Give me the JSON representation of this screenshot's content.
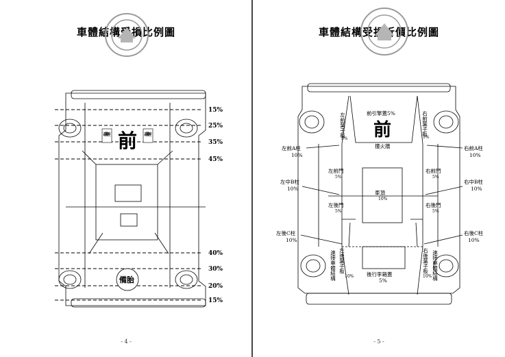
{
  "left_page": {
    "title": "車體結構受損比例圖",
    "page_number": "- 4 -",
    "front_label": "前",
    "spare_tire_label": "備胎",
    "front_engine_parts": [
      "避震器座",
      "避震器座"
    ],
    "lines": [
      "15%",
      "25%",
      "35%",
      "45%",
      "40%",
      "30%",
      "20%",
      "15%"
    ]
  },
  "right_page": {
    "title": "車體結構受損折價比例圖",
    "page_number": "- 5 -",
    "front_label": "前",
    "labels": {
      "front_cover": "前引擎蓋5%",
      "left_fender": "左前葉子板",
      "left_fender_pct": "5%",
      "right_fender": "右前葉子板",
      "right_fender_pct": "5%",
      "firewall": "撞火牆",
      "a_pillar_left": "左前A柱",
      "a_pillar_left_pct": "10%",
      "a_pillar_right": "右前A柱",
      "a_pillar_right_pct": "10%",
      "left_front_door": "左前門",
      "left_front_door_pct": "5%",
      "right_front_door": "右前門",
      "right_front_door_pct": "5%",
      "roof": "車頂",
      "roof_pct": "10%",
      "b_pillar_left": "左中B柱",
      "b_pillar_left_pct": "10%",
      "b_pillar_right": "右中B柱",
      "b_pillar_right_pct": "10%",
      "left_rear_door": "左後門",
      "left_rear_door_pct": "5%",
      "right_rear_door": "右後門",
      "right_rear_door_pct": "5%",
      "c_pillar_left": "左後C柱",
      "c_pillar_left_pct": "10%",
      "c_pillar_right": "右後C柱",
      "c_pillar_right_pct": "10%",
      "left_rear_fender": "左後葉子板",
      "left_rear_fender_pct": "10%",
      "right_rear_fender": "右後葉子板",
      "right_rear_fender_pct": "10%",
      "left_rear_join": "連接車體結構",
      "right_rear_join": "連接車體結構",
      "trunk_lid": "後行李箱蓋",
      "trunk_lid_pct": "5%"
    }
  },
  "colors": {
    "line": "#000000",
    "seal": "#9a9a9a"
  }
}
